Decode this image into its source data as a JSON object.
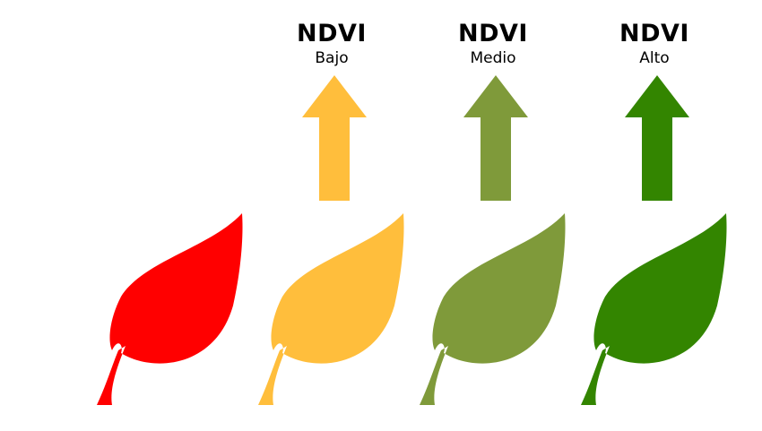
{
  "levels": [
    {
      "title": "",
      "label": "",
      "color": "#ff0000",
      "arrow": false
    },
    {
      "title": "NDVI",
      "label": "Bajo",
      "color": "#ffbe3c",
      "arrow": true
    },
    {
      "title": "NDVI",
      "label": "Medio",
      "color": "#7f9a3a",
      "arrow": true
    },
    {
      "title": "NDVI",
      "label": "Alto",
      "color": "#338500",
      "arrow": true
    }
  ],
  "icons": [
    "leaf-icon",
    "arrow-up-icon"
  ]
}
